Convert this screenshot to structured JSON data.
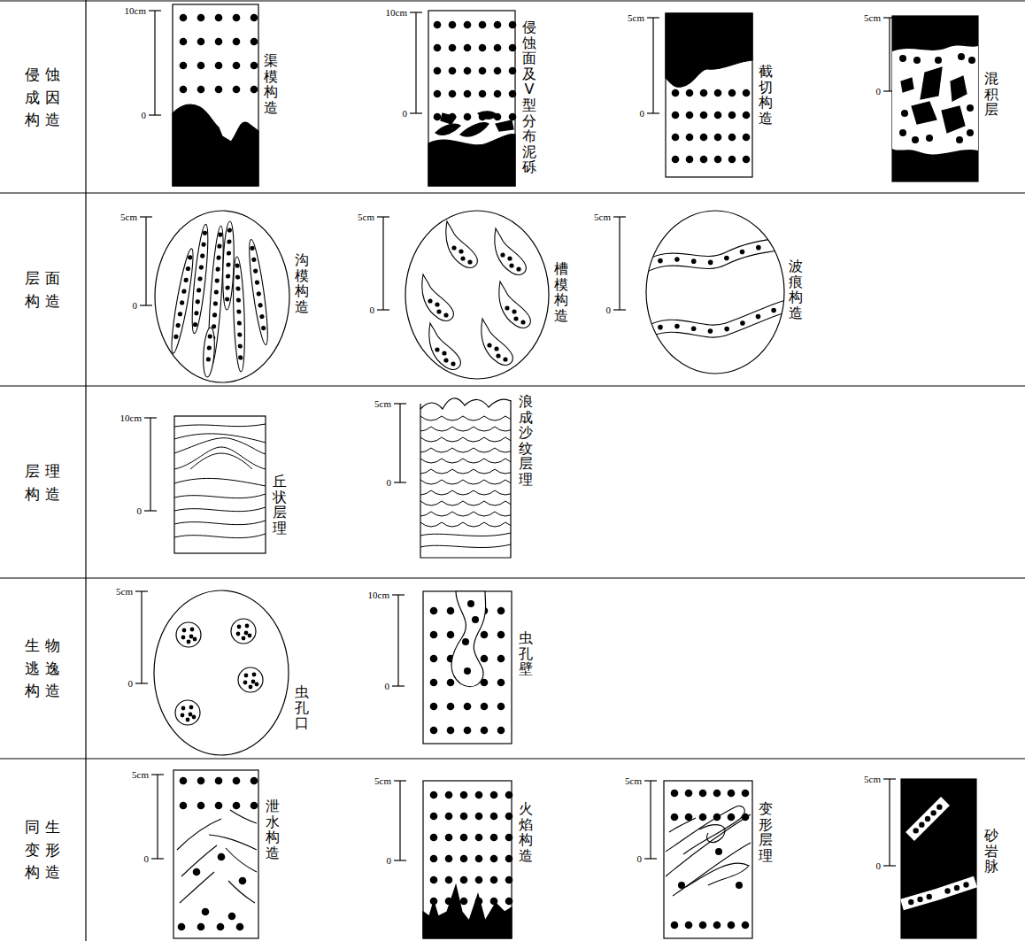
{
  "diagram": {
    "labels": [
      "侵蚀成因构造",
      "10cm",
      "0",
      "渠模构造",
      "10cm",
      "0",
      "侵蚀面及V型分布泥砾",
      "5cm",
      "0",
      "截切构造",
      "5cm",
      "0",
      "混积层",
      "层面构造",
      "5cm",
      "0",
      "沟模构造",
      "5cm",
      "0",
      "槽模构造",
      "5cm",
      "0",
      "波痕构造",
      "层理构造",
      "10cm",
      "0",
      "丘状层理",
      "5cm",
      "0",
      "浪成沙纹层理",
      "生物逃逸构造",
      "5cm",
      "0",
      "虫孔口",
      "10cm",
      "0",
      "虫孔壁",
      "同生变形构造",
      "5cm",
      "0",
      "泄水构造",
      "5cm",
      "0",
      "火焰构造",
      "5cm",
      "0",
      "变形层理",
      "5cm",
      "0",
      "砂岩脉"
    ]
  }
}
